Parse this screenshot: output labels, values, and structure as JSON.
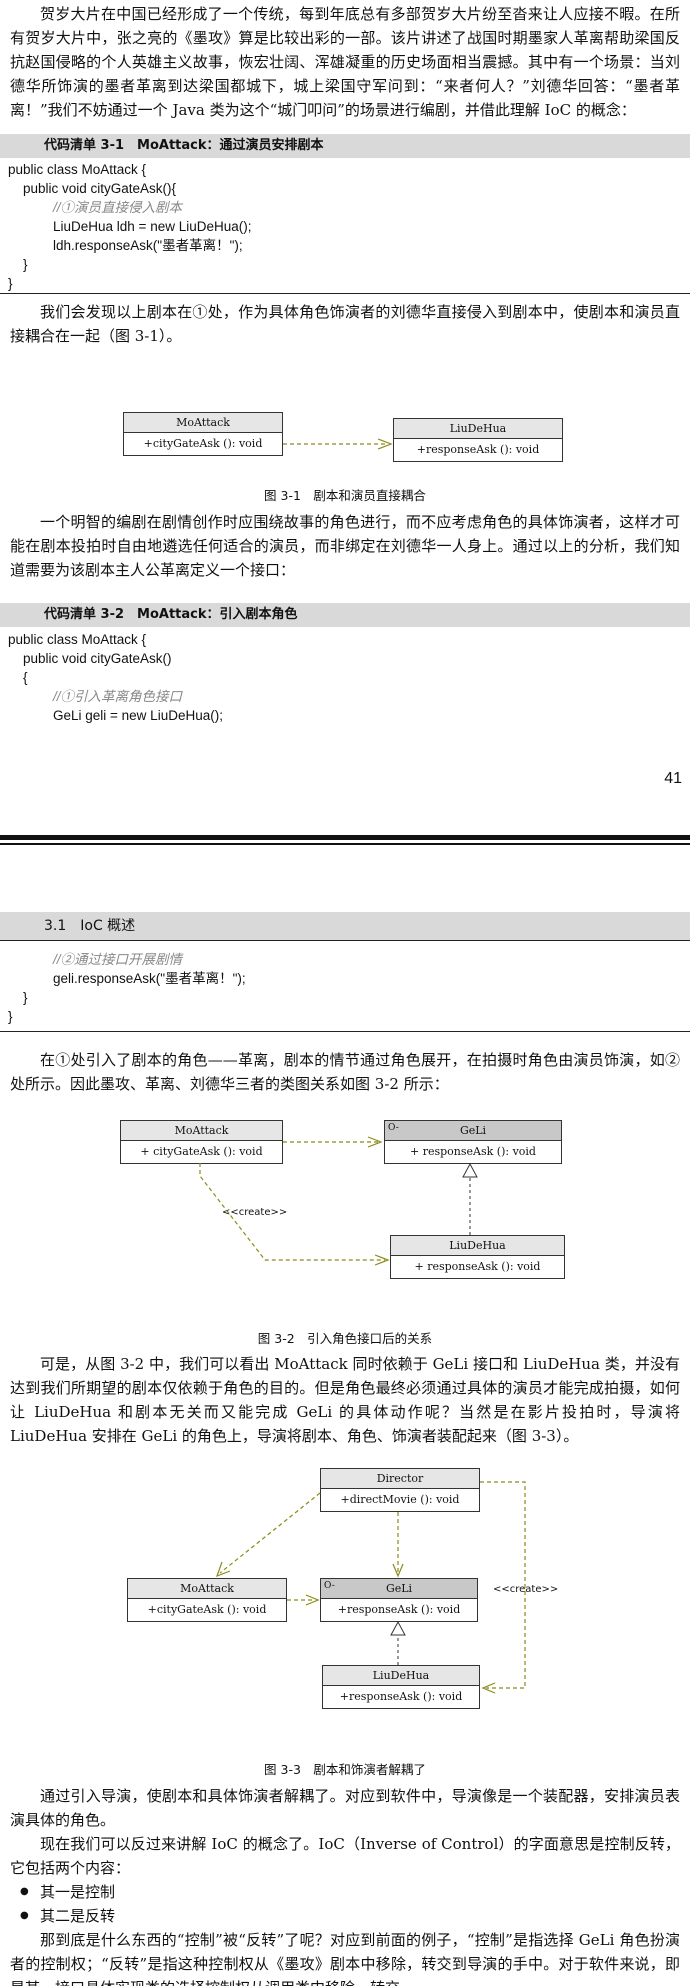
{
  "page1": {
    "intro": "贺岁大片在中国已经形成了一个传统，每到年底总有多部贺岁大片纷至沓来让人应接不暇。在所有贺岁大片中，张之亮的《墨攻》算是比较出彩的一部。该片讲述了战国时期墨家人革离帮助梁国反抗赵国侵略的个人英雄主义故事，恢宏壮阔、浑雄凝重的历史场面相当震撼。其中有一个场景：当刘德华所饰演的墨者革离到达梁国都城下，城上梁国守军问到：“来者何人？”刘德华回答：“墨者革离！”我们不妨通过一个 Java 类为这个“城门叩问”的场景进行编剧，并借此理解 IoC 的概念：",
    "listing1_title": "代码清单 3-1　MoAttack：通过演员安排剧本",
    "listing1": [
      {
        "text": "public class MoAttack {",
        "indent": 0,
        "comment": false
      },
      {
        "text": "public void cityGateAsk(){",
        "indent": 1,
        "comment": false
      },
      {
        "text": "//①演员直接侵入剧本",
        "indent": 3,
        "comment": true
      },
      {
        "text": "LiuDeHua ldh = new LiuDeHua();",
        "indent": 3,
        "comment": false
      },
      {
        "text": "ldh.responseAsk(\"墨者革离！\");",
        "indent": 3,
        "comment": false
      },
      {
        "text": "}",
        "indent": 1,
        "comment": false
      },
      {
        "text": "}",
        "indent": 0,
        "comment": false
      }
    ],
    "para2": "我们会发现以上剧本在①处，作为具体角色饰演者的刘德华直接侵入到剧本中，使剧本和演员直接耦合在一起（图 3-1）。",
    "fig1": {
      "moattack_name": "MoAttack",
      "moattack_op": "+cityGateAsk (): void",
      "liudehua_name": "LiuDeHua",
      "liudehua_op": "+responseAsk (): void",
      "caption": "图 3-1　剧本和演员直接耦合"
    },
    "para3": "一个明智的编剧在剧情创作时应围绕故事的角色进行，而不应考虑角色的具体饰演者，这样才可能在剧本投拍时自由地遴选任何适合的演员，而非绑定在刘德华一人身上。通过以上的分析，我们知道需要为该剧本主人公革离定义一个接口：",
    "listing2_title": "代码清单 3-2　MoAttack：引入剧本角色",
    "listing2": [
      {
        "text": "public class MoAttack {",
        "indent": 0,
        "comment": false
      },
      {
        "text": "public void cityGateAsk()",
        "indent": 1,
        "comment": false
      },
      {
        "text": "{",
        "indent": 1,
        "comment": false
      },
      {
        "text": "//①引入革离角色接口",
        "indent": 3,
        "comment": true
      },
      {
        "text": "GeLi geli = new LiuDeHua();",
        "indent": 3,
        "comment": false
      }
    ],
    "page_number": "41"
  },
  "page2": {
    "section_title": "3.1　IoC 概述",
    "code_cont": [
      {
        "text": "//②通过接口开展剧情",
        "indent": 3,
        "comment": true
      },
      {
        "text": "geli.responseAsk(\"墨者革离！\");",
        "indent": 3,
        "comment": false
      },
      {
        "text": "}",
        "indent": 1,
        "comment": false
      },
      {
        "text": "}",
        "indent": 0,
        "comment": false
      }
    ],
    "para4": "在①处引入了剧本的角色——革离，剧本的情节通过角色展开，在拍摄时角色由演员饰演，如②处所示。因此墨攻、革离、刘德华三者的类图关系如图 3-2 所示：",
    "fig2": {
      "moattack_name": "MoAttack",
      "moattack_op": "+ cityGateAsk (): void",
      "geli_name": "GeLi",
      "geli_op": "+ responseAsk (): void",
      "liudehua_name": "LiuDeHua",
      "liudehua_op": "+ responseAsk (): void",
      "create_label": "<<create>>",
      "interface_mark": "O-",
      "caption": "图 3-2　引入角色接口后的关系"
    },
    "para5": "可是，从图 3-2 中，我们可以看出 MoAttack 同时依赖于 GeLi 接口和 LiuDeHua 类，并没有达到我们所期望的剧本仅依赖于角色的目的。但是角色最终必须通过具体的演员才能完成拍摄，如何让 LiuDeHua 和剧本无关而又能完成 GeLi 的具体动作呢？当然是在影片投拍时，导演将 LiuDeHua 安排在 GeLi 的角色上，导演将剧本、角色、饰演者装配起来（图 3-3）。",
    "fig3": {
      "director_name": "Director",
      "director_op": "+directMovie (): void",
      "moattack_name": "MoAttack",
      "moattack_op": "+cityGateAsk (): void",
      "geli_name": "GeLi",
      "geli_op": "+responseAsk (): void",
      "liudehua_name": "LiuDeHua",
      "liudehua_op": "+responseAsk (): void",
      "create_label": "<<create>>",
      "interface_mark": "O-",
      "caption": "图 3-3　剧本和饰演者解耦了"
    },
    "para6": "通过引入导演，使剧本和具体饰演者解耦了。对应到软件中，导演像是一个装配器，安排演员表演具体的角色。",
    "para7": "现在我们可以反过来讲解 IoC 的概念了。IoC（Inverse of Control）的字面意思是控制反转，它包括两个内容：",
    "bullets": [
      "其一是控制",
      "其二是反转"
    ],
    "para8": "那到底是什么东西的“控制”被“反转”了呢？对应到前面的例子，“控制”是指选择 GeLi 角色扮演者的控制权；“反转”是指这种控制权从《墨攻》剧本中移除，转交到导演的手中。对于软件来说，即是某一接口具体实现类的选择控制权从调用类中移除，转交"
  },
  "colors": {
    "header_gray": "#d9d9d9",
    "arrow_olive": "#8b8b1a",
    "box_gray": "#e6e6e6"
  }
}
